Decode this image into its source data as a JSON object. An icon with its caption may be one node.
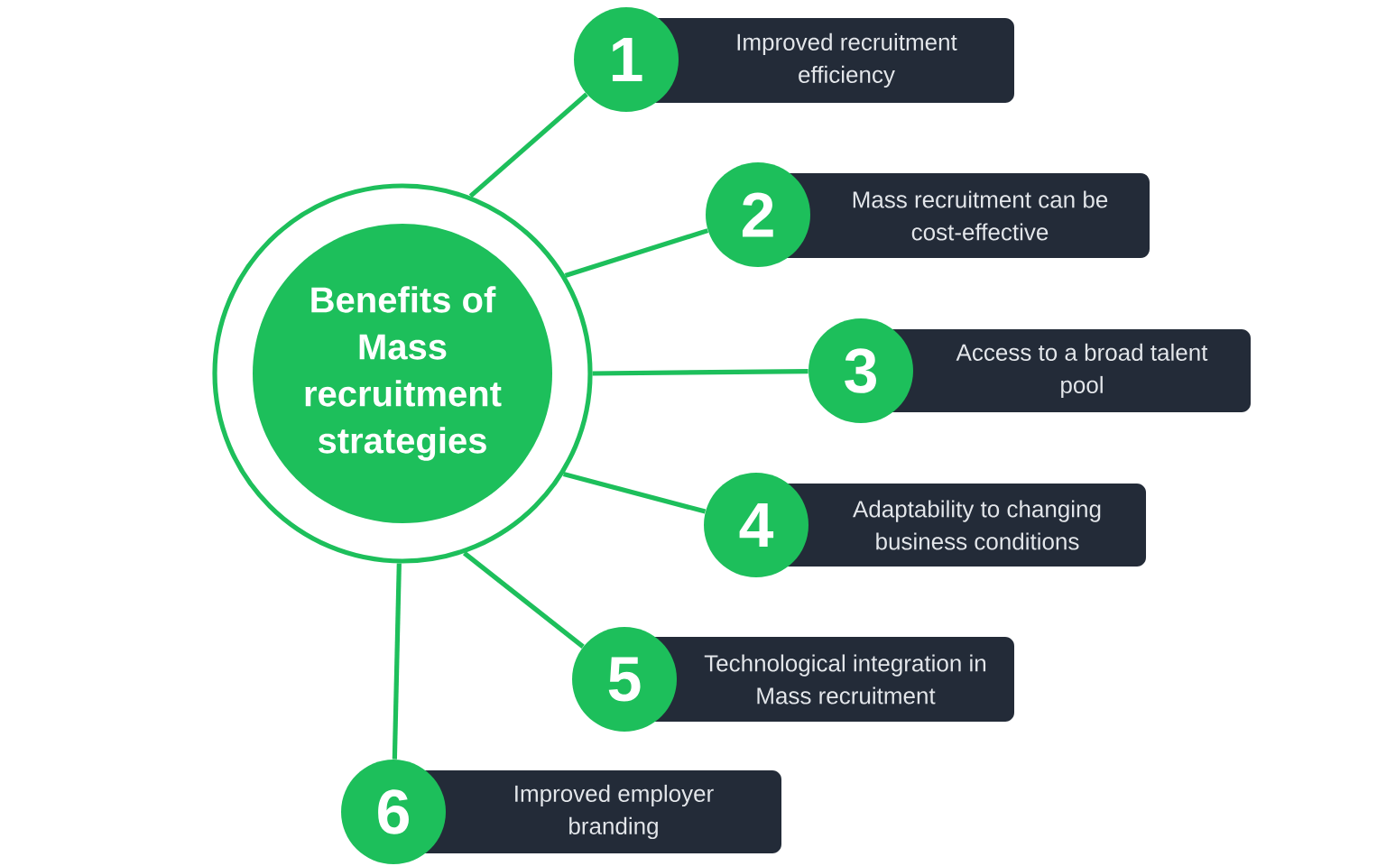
{
  "diagram": {
    "nodes": [
      {
        "text": [
          "Benefits of Mass recruitment strategies"
        ]
      },
      {
        "text": [
          "1"
        ]
      },
      {
        "text": [
          "Improved recruitment efficiency"
        ]
      },
      {
        "text": [
          "2"
        ]
      },
      {
        "text": [
          "Mass recruitment can be cost-effective"
        ]
      },
      {
        "text": [
          "3"
        ]
      },
      {
        "text": [
          "Access to a broad talent pool"
        ]
      },
      {
        "text": [
          "4"
        ]
      },
      {
        "text": [
          "Adaptability to changing business conditions"
        ]
      },
      {
        "text": [
          "5"
        ]
      },
      {
        "text": [
          "Technological integration in Mass recruitment"
        ]
      },
      {
        "text": [
          "6"
        ]
      },
      {
        "text": [
          "Improved employer branding"
        ]
      }
    ],
    "edges": [
      {
        "from": 0,
        "to": 1,
        "arrow": "none"
      },
      {
        "from": 0,
        "to": 3,
        "arrow": "none"
      },
      {
        "from": 0,
        "to": 5,
        "arrow": "none"
      },
      {
        "from": 0,
        "to": 7,
        "arrow": "none"
      },
      {
        "from": 0,
        "to": 9,
        "arrow": "none"
      },
      {
        "from": 0,
        "to": 11,
        "arrow": "none"
      }
    ]
  }
}
